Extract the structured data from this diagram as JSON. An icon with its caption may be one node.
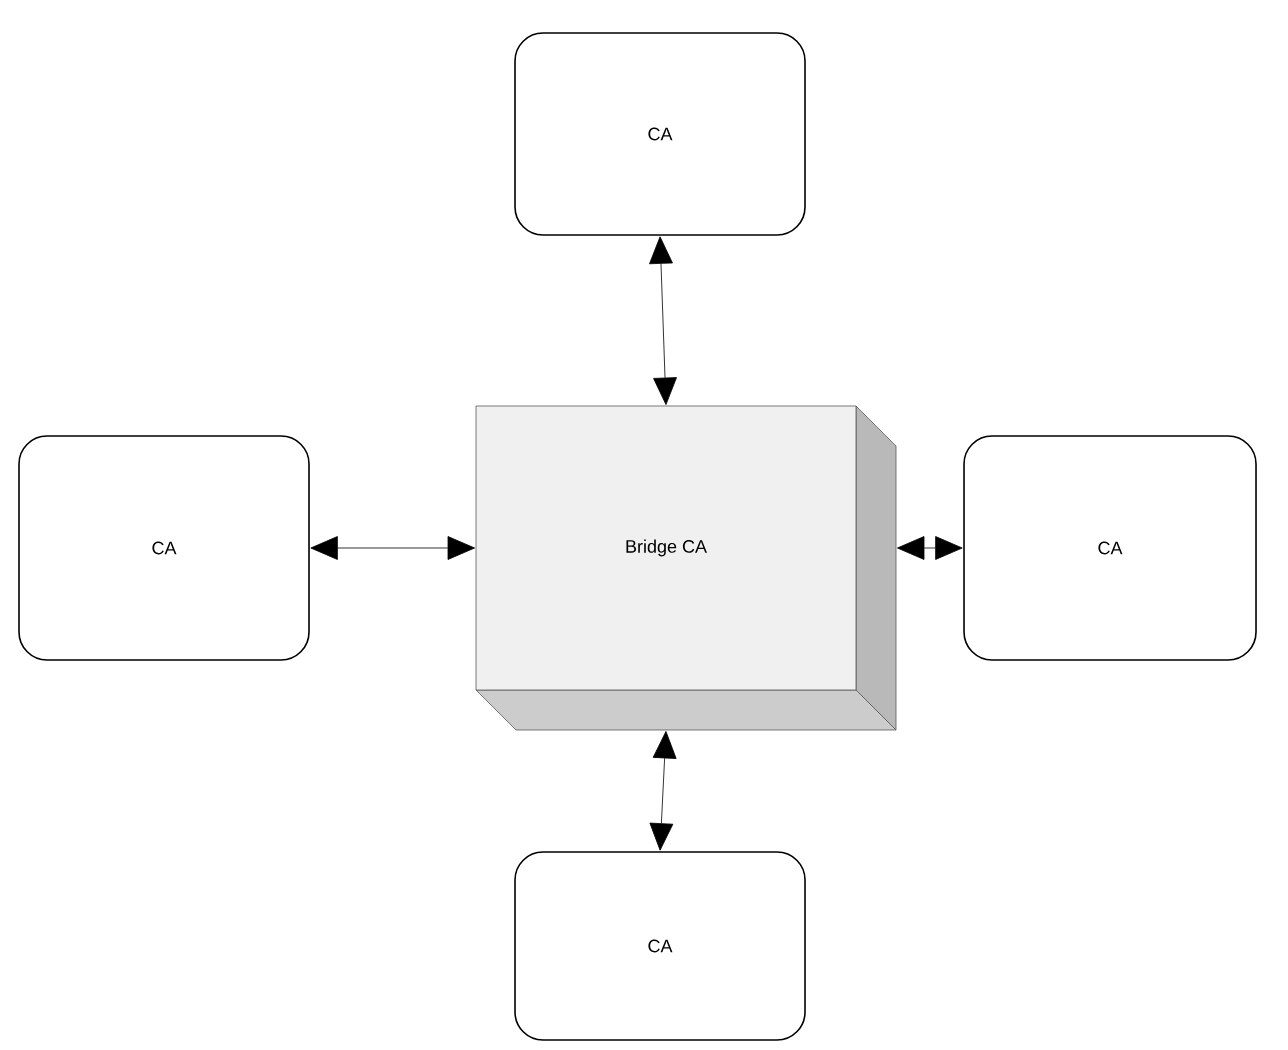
{
  "diagram": {
    "nodes": [
      {
        "text": [
          "CA"
        ]
      },
      {
        "text": [
          "CA"
        ]
      },
      {
        "text": [
          "Bridge CA"
        ]
      },
      {
        "text": [
          "CA"
        ]
      },
      {
        "text": [
          "CA"
        ]
      }
    ],
    "edges": [
      {
        "from": 2,
        "to": 0,
        "arrow": "both"
      },
      {
        "from": 2,
        "to": 1,
        "arrow": "both"
      },
      {
        "from": 2,
        "to": 3,
        "arrow": "both"
      },
      {
        "from": 2,
        "to": 4,
        "arrow": "both"
      }
    ]
  }
}
